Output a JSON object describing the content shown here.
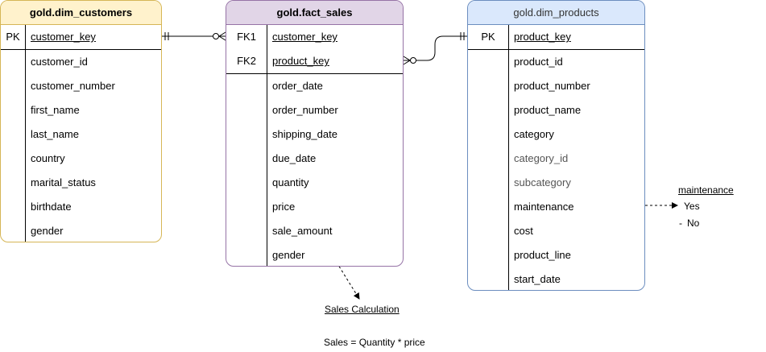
{
  "customers": {
    "title": "gold.dim_customers",
    "key_label": "PK",
    "key_field": "customer_key",
    "fields": [
      "customer_id",
      "customer_number",
      "first_name",
      "last_name",
      "country",
      "marital_status",
      "birthdate",
      "gender"
    ],
    "header_color": "#fff2cc",
    "border_color": "#d6b656"
  },
  "sales": {
    "title": "gold.fact_sales",
    "keys": [
      {
        "label": "FK1",
        "field": "customer_key"
      },
      {
        "label": "FK2",
        "field": "product_key"
      }
    ],
    "fields": [
      "order_date",
      "order_number",
      "shipping_date",
      "due_date",
      "quantity",
      "price",
      "sale_amount",
      "gender"
    ],
    "header_color": "#e1d5e7",
    "border_color": "#9673a6"
  },
  "products": {
    "title": "gold.dim_products",
    "key_label": "PK",
    "key_field": "product_key",
    "fields": [
      "product_id",
      "product_number",
      "product_name",
      "category",
      "category_id",
      "subcategory",
      "maintenance",
      "cost",
      "product_line",
      "start_date"
    ],
    "header_color": "#dae8fc",
    "border_color": "#6c8ebf"
  },
  "notes": {
    "maintenance": {
      "title": "maintenance",
      "options": [
        "Yes",
        "No"
      ]
    },
    "sales_calc": {
      "title": "Sales Calculation",
      "formula": "Sales = Quantity * price"
    }
  }
}
